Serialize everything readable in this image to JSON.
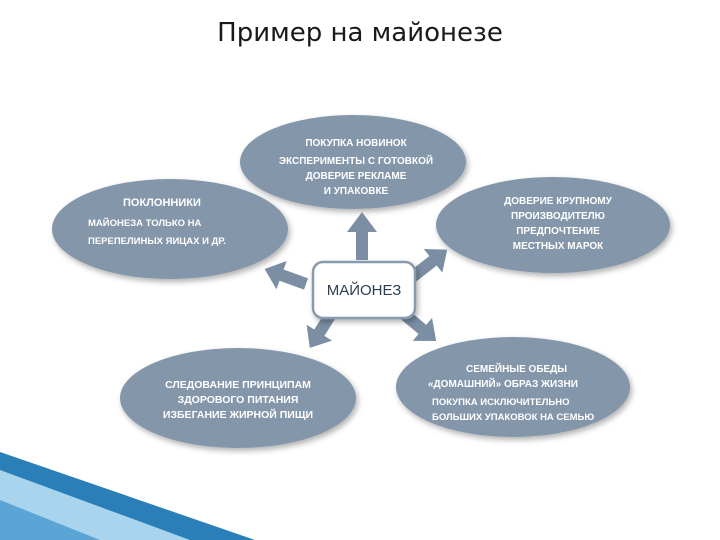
{
  "title": "Пример на майонезе",
  "center": {
    "label": "МАЙОНЕЗ"
  },
  "nodes": {
    "top": {
      "heading": "ПОКУПКА НОВИНОК",
      "lines": [
        "ЭКСПЕРИМЕНТЫ С ГОТОВКОЙ",
        "ДОВЕРИЕ РЕКЛАМЕ",
        "И УПАКОВКЕ"
      ]
    },
    "left": {
      "heading": "ПОКЛОННИКИ",
      "lines": [
        "МАЙОНЕЗА ТОЛЬКО НА",
        "ПЕРЕПЕЛИНЫХ ЯИЦАХ И ДР."
      ]
    },
    "right": {
      "lines": [
        "ДОВЕРИЕ КРУПНОМУ",
        "ПРОИЗВОДИТЕЛЮ",
        "ПРЕДПОЧТЕНИЕ",
        "МЕСТНЫХ МАРОК"
      ]
    },
    "bottom_left": {
      "lines": [
        "СЛЕДОВАНИЕ ПРИНЦИПАМ",
        "ЗДОРОВОГО ПИТАНИЯ",
        "ИЗБЕГАНИЕ ЖИРНОЙ ПИЩИ"
      ]
    },
    "bottom_right": {
      "lines": [
        "СЕМЕЙНЫЕ ОБЕДЫ",
        "«ДОМАШНИЙ» ОБРАЗ ЖИЗНИ",
        "ПОКУПКА ИСКЛЮЧИТЕЛЬНО",
        "БОЛЬШИХ УПАКОВОК НА СЕМЬЮ"
      ]
    }
  },
  "colors": {
    "ellipse_fill": "#8496aa",
    "center_fill": "#ffffff",
    "center_border": "#8a9aae",
    "arrow_fill": "#7b8ea3",
    "decor_blue": "#2b7fb8",
    "decor_light": "#a9d4ee"
  }
}
